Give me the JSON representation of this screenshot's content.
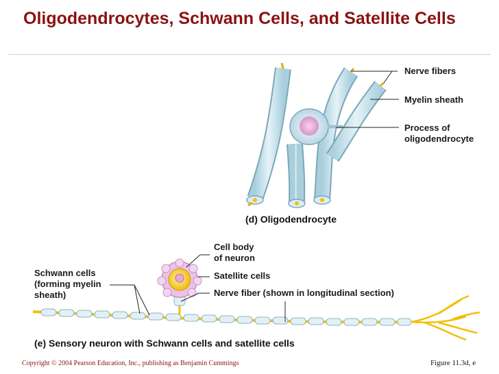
{
  "slide": {
    "title": "Oligodendrocytes, Schwann Cells, and Satellite Cells"
  },
  "oligodendrocyte": {
    "caption": "(d) Oligodendrocyte",
    "labels": {
      "nerve_fibers": "Nerve fibers",
      "myelin_sheath": "Myelin sheath",
      "process_line1": "Process of",
      "process_line2": "oligodendrocyte"
    }
  },
  "sensory_neuron": {
    "caption": "(e) Sensory neuron with Schwann cells and satellite cells",
    "labels": {
      "cell_body_line1": "Cell body",
      "cell_body_line2": "of neuron",
      "satellite_cells": "Satellite cells",
      "nerve_fiber": "Nerve fiber (shown in longitudinal section)",
      "schwann_line1": "Schwann cells",
      "schwann_line2": "(forming myelin",
      "schwann_line3": "sheath)"
    }
  },
  "footer": {
    "copyright": "Copyright © 2004 Pearson Education, Inc., publishing as Benjamin Cummings",
    "figure": "Figure 11.3d, e"
  },
  "colors": {
    "title": "#8b1212",
    "myelin": "#cfe6ee",
    "myelin_edge": "#7aa6b8",
    "axon": "#f2c200",
    "nucleus": "#e9b6dd"
  }
}
